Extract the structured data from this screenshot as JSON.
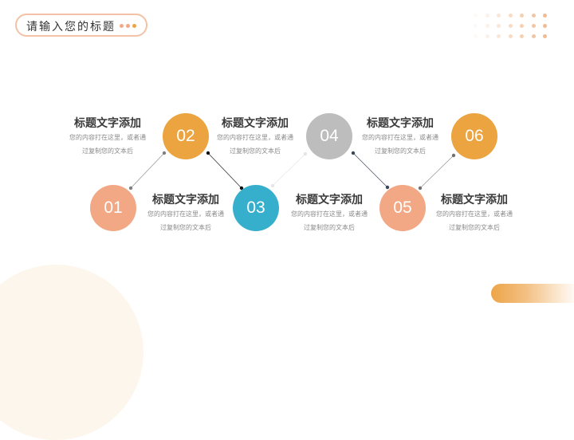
{
  "header": {
    "title": "请输入您的标题",
    "dots": [
      "#f2a98a",
      "#f2a98a",
      "#eba445"
    ]
  },
  "colors": {
    "orange": "#eba43f",
    "peach": "#f2a884",
    "teal": "#36afcd",
    "gray": "#bdbdbd",
    "pill_border": "#f3c2a6"
  },
  "steps": [
    {
      "num": "01",
      "color": "#f2a884",
      "title": "标题文字添加",
      "desc1": "您的内容打在这里，或者通",
      "desc2": "过复制您的文本后"
    },
    {
      "num": "02",
      "color": "#eba43f",
      "title": "标题文字添加",
      "desc1": "您的内容打在这里，或者通",
      "desc2": "过复制您的文本后"
    },
    {
      "num": "03",
      "color": "#36afcd",
      "title": "标题文字添加",
      "desc1": "您的内容打在这里，或者通",
      "desc2": "过复制您的文本后"
    },
    {
      "num": "04",
      "color": "#bdbdbd",
      "title": "标题文字添加",
      "desc1": "您的内容打在这里，或者通",
      "desc2": "过复制您的文本后"
    },
    {
      "num": "05",
      "color": "#f2a884",
      "title": "标题文字添加",
      "desc1": "您的内容打在这里，或者通",
      "desc2": "过复制您的文本后"
    },
    {
      "num": "06",
      "color": "#eba43f",
      "title": "标题文字添加",
      "desc1": "您的内容打在这里，或者通",
      "desc2": "过复制您的文本后"
    }
  ]
}
